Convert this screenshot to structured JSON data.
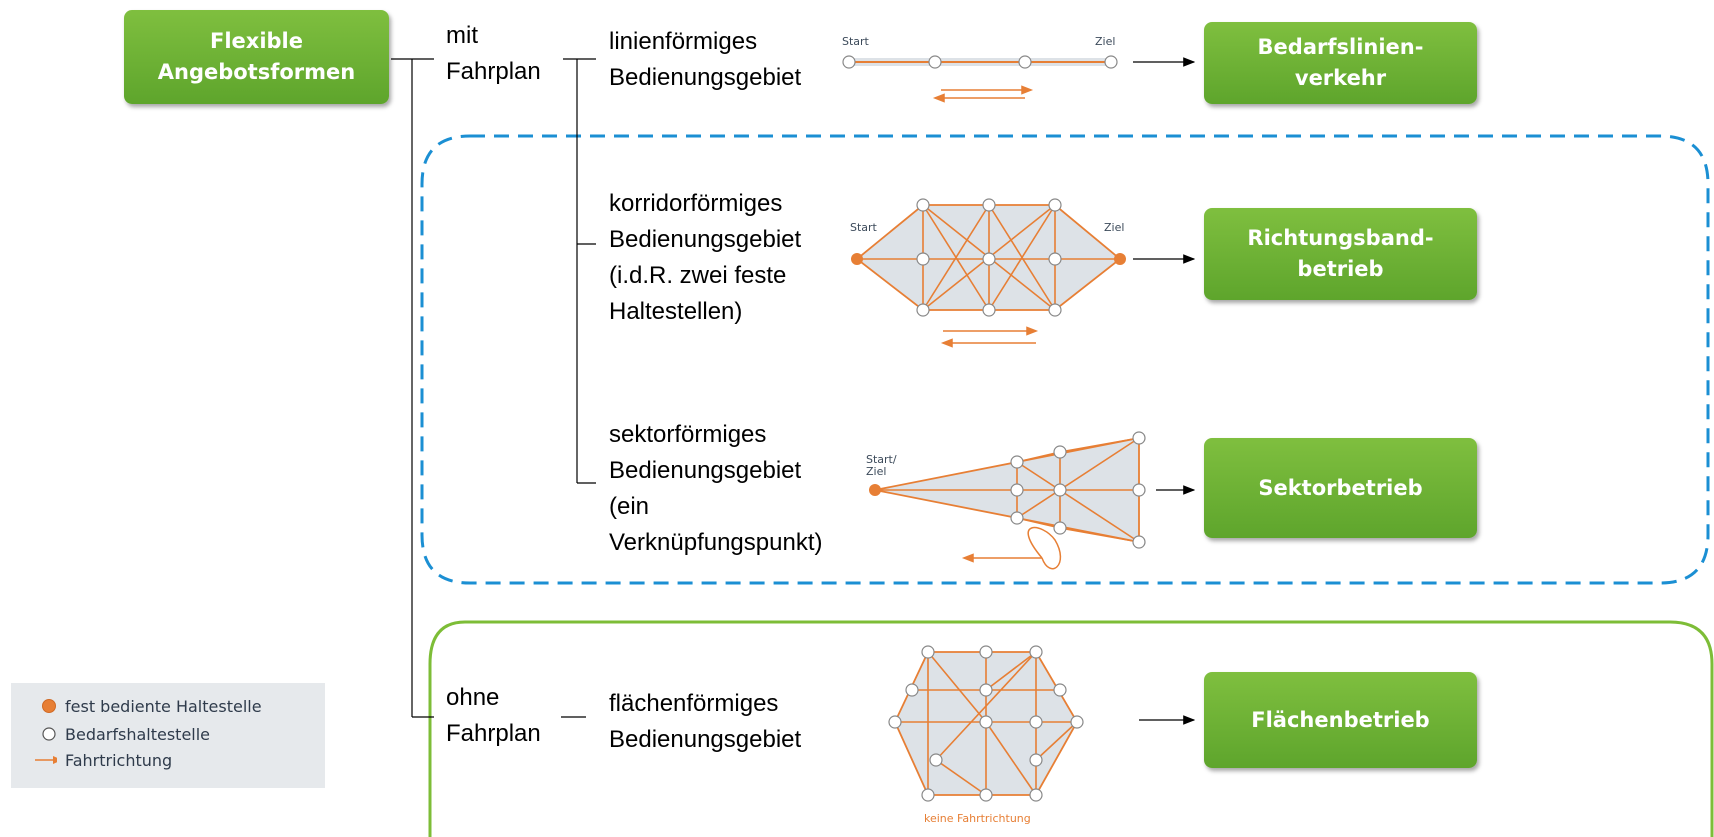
{
  "colors": {
    "green_box": "#6aae35",
    "orange": "#e77f35",
    "dashed_border": "#1b8fd3",
    "solid_border": "#7dbd37",
    "area_fill": "#dde2e7",
    "legend_bg": "#e6e9ec"
  },
  "root": {
    "line1": "Flexible",
    "line2": "Angebotsformen"
  },
  "branches": {
    "mit": {
      "line1": "mit",
      "line2": "Fahrplan"
    },
    "ohne": {
      "line1": "ohne",
      "line2": "Fahrplan"
    }
  },
  "categories": [
    {
      "lines": [
        "linienförmiges",
        "Bedienungsgebiet"
      ]
    },
    {
      "lines": [
        "korridorförmiges",
        "Bedienungsgebiet",
        "(i.d.R. zwei feste",
        "Haltestellen)"
      ]
    },
    {
      "lines": [
        "sektorförmiges",
        "Bedienungsgebiet",
        "(ein",
        "Verknüpfungspunkt)"
      ]
    },
    {
      "lines": [
        "flächenförmiges",
        "Bedienungsgebiet"
      ]
    }
  ],
  "results": [
    {
      "line1": "Bedarfslinien-",
      "line2": "verkehr"
    },
    {
      "line1": "Richtungsband-",
      "line2": "betrieb"
    },
    {
      "line1": "Sektorbetrieb"
    },
    {
      "line1": "Flächenbetrieb"
    }
  ],
  "diagram_labels": {
    "line_start": "Start",
    "line_ziel": "Ziel",
    "corridor_start": "Start",
    "corridor_ziel": "Ziel",
    "sector_start1": "Start/",
    "sector_start2": "Ziel",
    "area_note": "keine Fahrtrichtung"
  },
  "legend": {
    "items": [
      {
        "icon": "orange-filled-circle",
        "text": "fest bediente Haltestelle"
      },
      {
        "icon": "white-circle",
        "text": "Bedarfshaltestelle"
      },
      {
        "icon": "orange-arrow",
        "text": "Fahrtrichtung"
      }
    ]
  }
}
